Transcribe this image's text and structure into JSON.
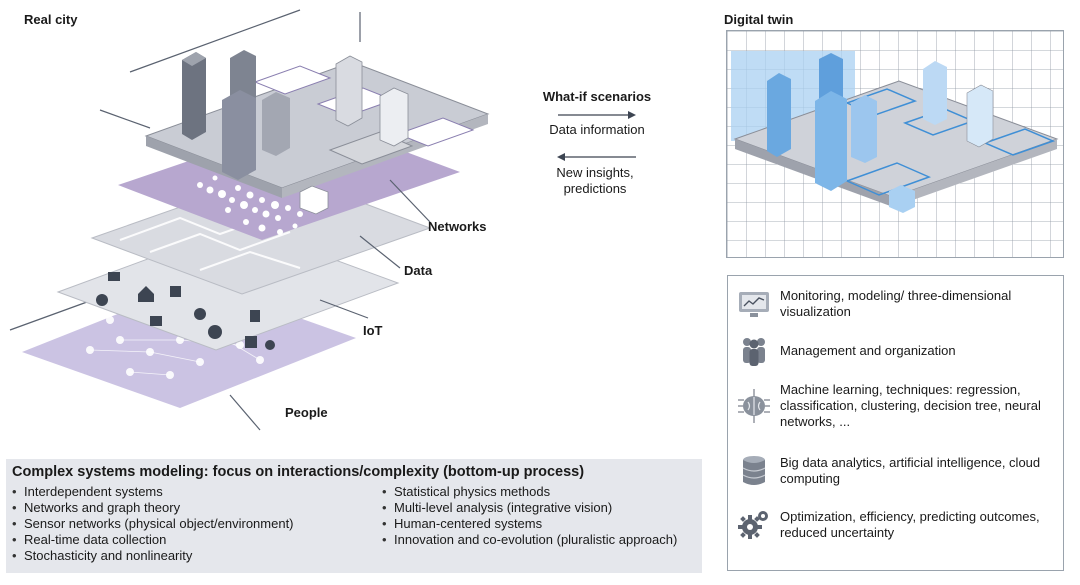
{
  "titles": {
    "real_city": "Real city",
    "digital_twin": "Digital twin"
  },
  "layers": {
    "networks": "Networks",
    "data": "Data",
    "iot": "IoT",
    "people": "People"
  },
  "arrows": {
    "what_if": "What-if scenarios",
    "data_information": "Data information",
    "new_insights": "New insights, predictions"
  },
  "features": [
    {
      "icon": "monitor-chart-icon",
      "text": "Monitoring, modeling/ three-dimensional visualization"
    },
    {
      "icon": "people-group-icon",
      "text": "Management and organization"
    },
    {
      "icon": "brain-circuit-icon",
      "text": "Machine learning, techniques: regression, classification, clustering, decision tree, neural networks, ..."
    },
    {
      "icon": "database-icon",
      "text": "Big data analytics, artificial intelligence, cloud computing"
    },
    {
      "icon": "gears-icon",
      "text": "Optimization, efficiency, predicting outcomes, reduced uncertainty"
    }
  ],
  "modeling": {
    "title": "Complex systems modeling: focus on interactions/complexity (bottom-up process)",
    "left_items": [
      "Interdependent systems",
      "Networks and graph theory",
      "Sensor networks (physical object/environment)",
      "Real-time data collection",
      "Stochasticity and nonlinearity"
    ],
    "right_items": [
      "Statistical physics methods",
      "Multi-level analysis (integrative vision)",
      "Human-centered systems",
      "Innovation and co-evolution (pluralistic approach)"
    ]
  },
  "colors": {
    "networks_layer": "#b7a7cf",
    "data_layer": "#d9dbe1",
    "iot_layer": "#e2e4e9",
    "people_layer": "#cbc3e3",
    "city_base": "#c9ccd4",
    "twin_blue": "#3f8fd6",
    "box_bg": "#e5e7ec"
  }
}
